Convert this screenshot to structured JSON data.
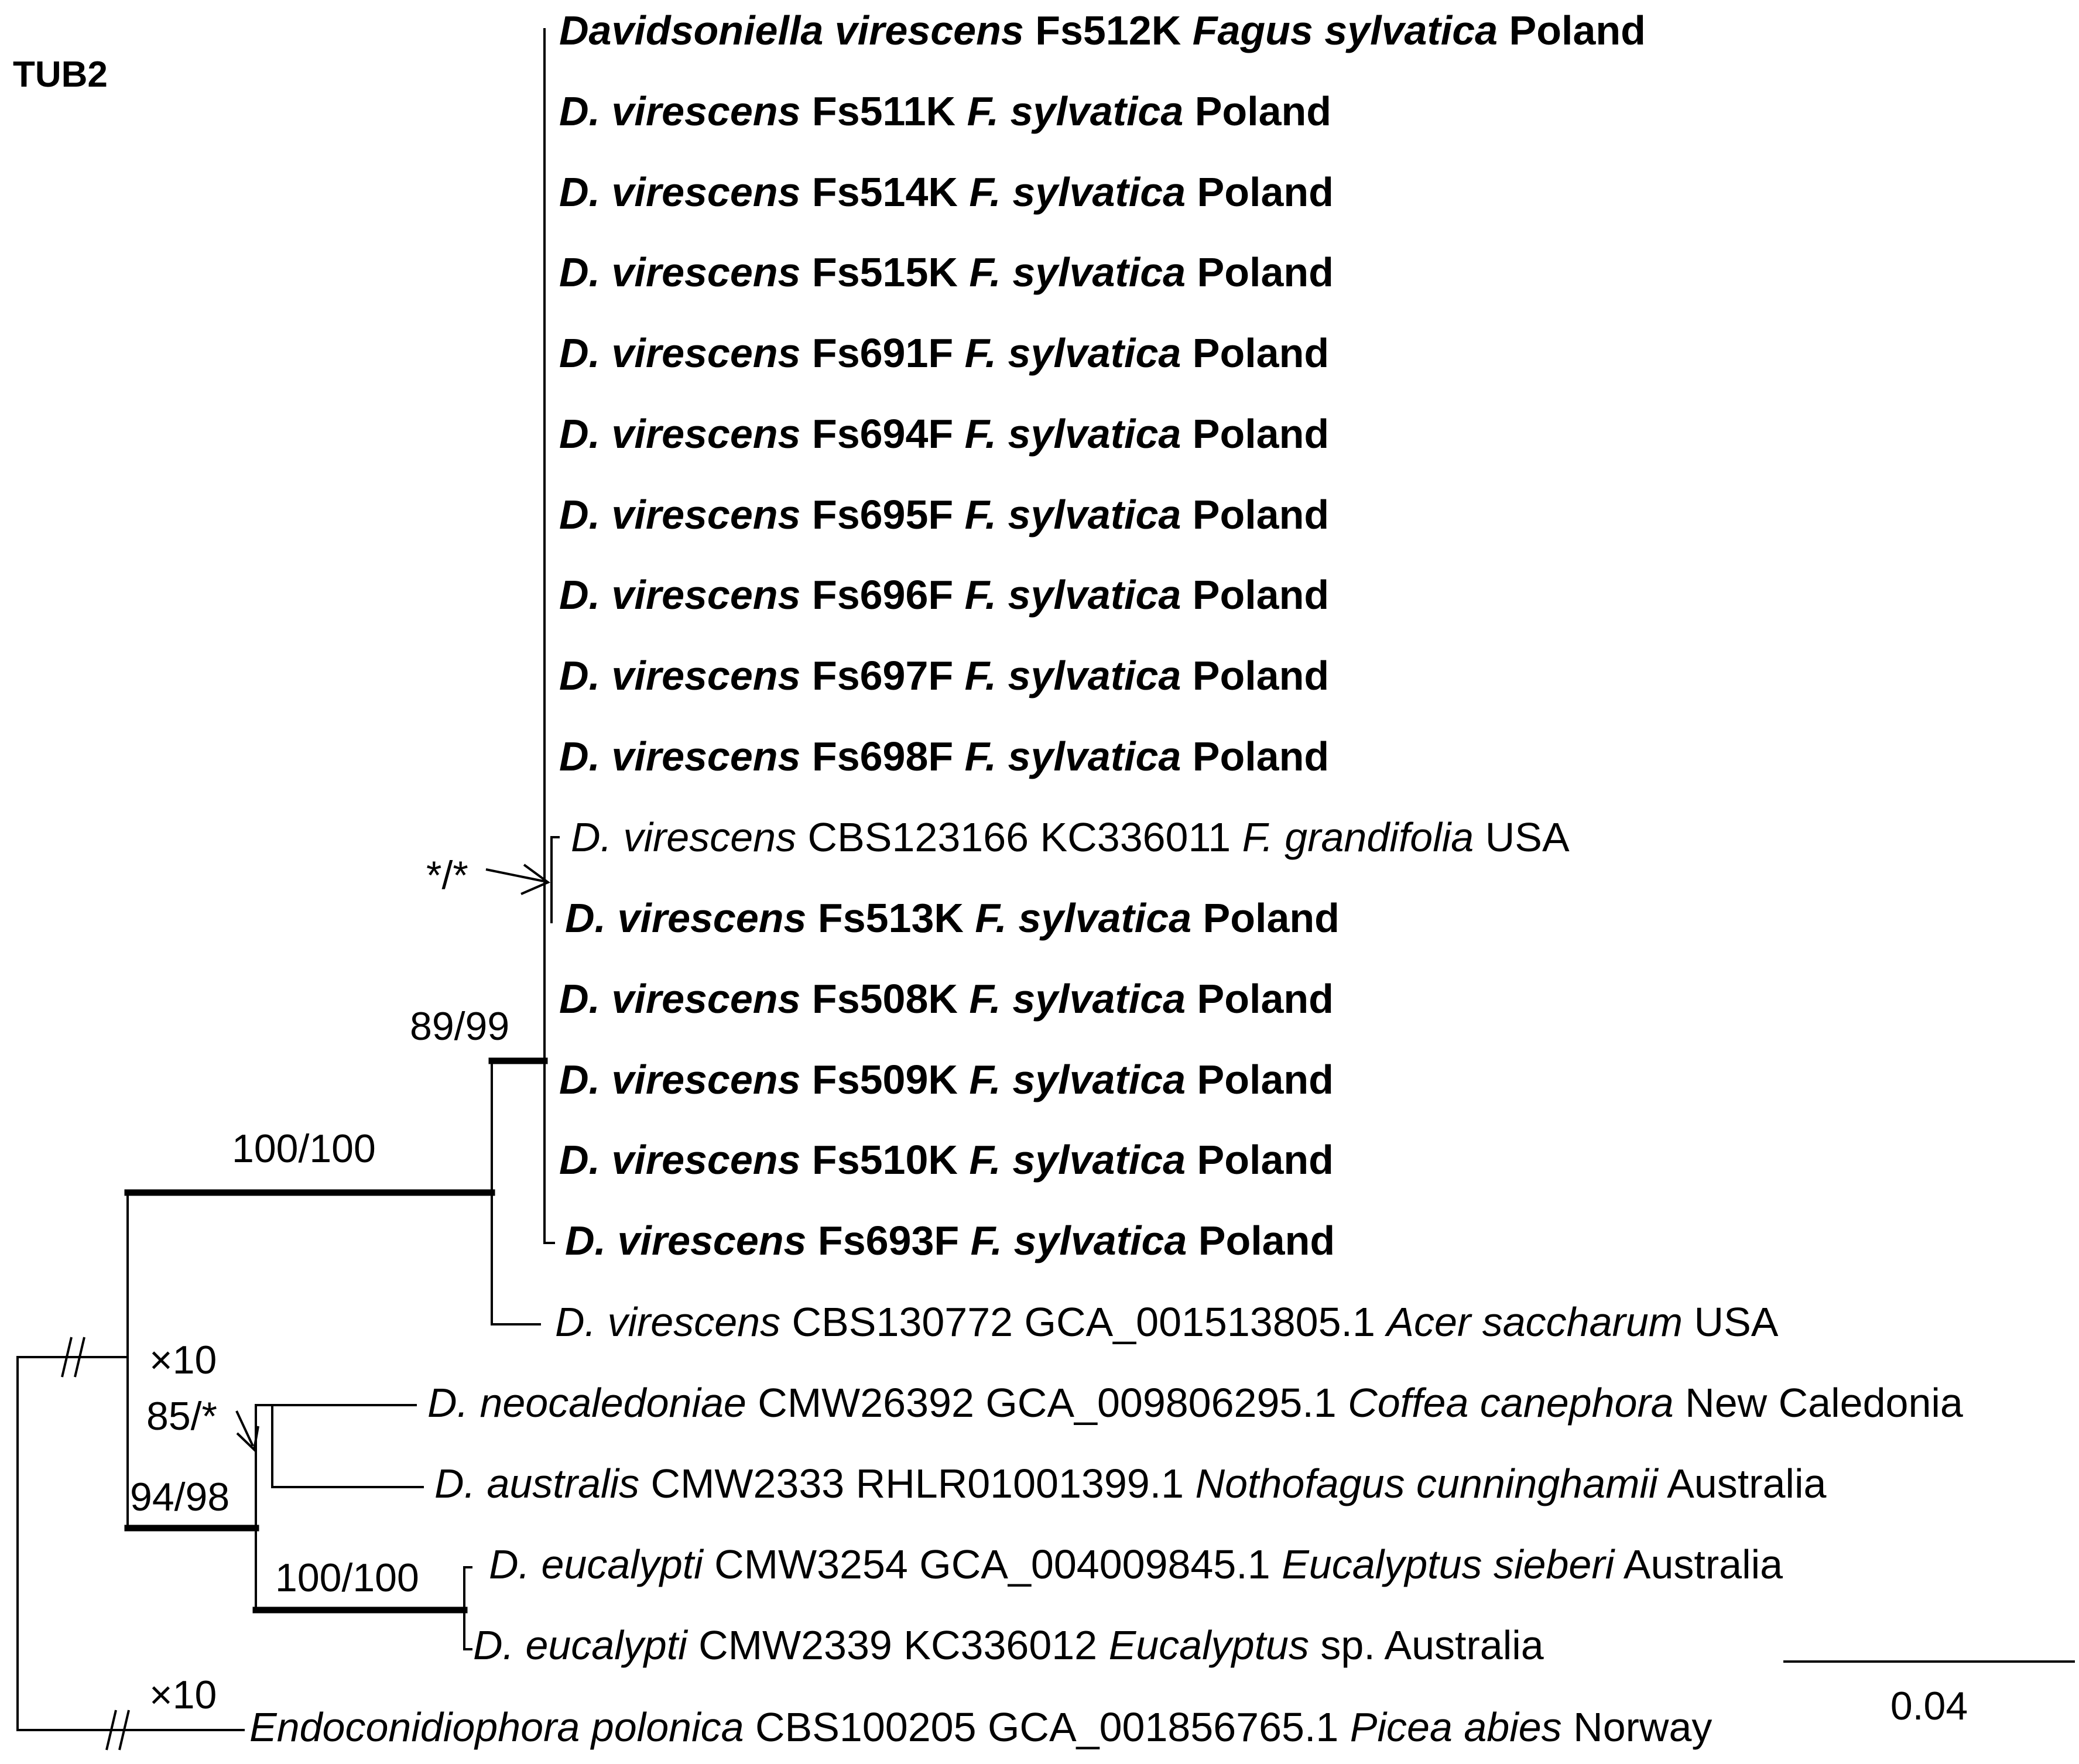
{
  "title": "TUB2",
  "scale_bar": {
    "value": 0.04,
    "label": "0.04"
  },
  "taxa": [
    {
      "id": "fs512k",
      "bold": true,
      "parts": [
        {
          "text": "Davidsoniella virescens",
          "italic": true
        },
        {
          "text": " Fs512K ",
          "italic": false
        },
        {
          "text": "Fagus sylvatica",
          "italic": true
        },
        {
          "text": " Poland",
          "italic": false
        }
      ]
    },
    {
      "id": "fs511k",
      "bold": true,
      "parts": [
        {
          "text": "D. virescens",
          "italic": true
        },
        {
          "text": " Fs511K ",
          "italic": false
        },
        {
          "text": "F. sylvatica",
          "italic": true
        },
        {
          "text": " Poland",
          "italic": false
        }
      ]
    },
    {
      "id": "fs514k",
      "bold": true,
      "parts": [
        {
          "text": "D. virescens",
          "italic": true
        },
        {
          "text": " Fs514K ",
          "italic": false
        },
        {
          "text": "F. sylvatica",
          "italic": true
        },
        {
          "text": " Poland",
          "italic": false
        }
      ]
    },
    {
      "id": "fs515k",
      "bold": true,
      "parts": [
        {
          "text": "D. virescens",
          "italic": true
        },
        {
          "text": " Fs515K ",
          "italic": false
        },
        {
          "text": "F. sylvatica",
          "italic": true
        },
        {
          "text": " Poland",
          "italic": false
        }
      ]
    },
    {
      "id": "fs691f",
      "bold": true,
      "parts": [
        {
          "text": "D. virescens",
          "italic": true
        },
        {
          "text": " Fs691F ",
          "italic": false
        },
        {
          "text": "F. sylvatica",
          "italic": true
        },
        {
          "text": " Poland",
          "italic": false
        }
      ]
    },
    {
      "id": "fs694f",
      "bold": true,
      "parts": [
        {
          "text": "D. virescens",
          "italic": true
        },
        {
          "text": " Fs694F ",
          "italic": false
        },
        {
          "text": "F. sylvatica",
          "italic": true
        },
        {
          "text": " Poland",
          "italic": false
        }
      ]
    },
    {
      "id": "fs695f",
      "bold": true,
      "parts": [
        {
          "text": "D. virescens",
          "italic": true
        },
        {
          "text": " Fs695F ",
          "italic": false
        },
        {
          "text": "F. sylvatica",
          "italic": true
        },
        {
          "text": " Poland",
          "italic": false
        }
      ]
    },
    {
      "id": "fs696f",
      "bold": true,
      "parts": [
        {
          "text": "D. virescens",
          "italic": true
        },
        {
          "text": " Fs696F ",
          "italic": false
        },
        {
          "text": "F. sylvatica",
          "italic": true
        },
        {
          "text": " Poland",
          "italic": false
        }
      ]
    },
    {
      "id": "fs697f",
      "bold": true,
      "parts": [
        {
          "text": "D. virescens",
          "italic": true
        },
        {
          "text": " Fs697F ",
          "italic": false
        },
        {
          "text": "F. sylvatica",
          "italic": true
        },
        {
          "text": " Poland",
          "italic": false
        }
      ]
    },
    {
      "id": "fs698f",
      "bold": true,
      "parts": [
        {
          "text": "D. virescens",
          "italic": true
        },
        {
          "text": " Fs698F ",
          "italic": false
        },
        {
          "text": "F. sylvatica",
          "italic": true
        },
        {
          "text": " Poland",
          "italic": false
        }
      ]
    },
    {
      "id": "cbs123166",
      "bold": false,
      "parts": [
        {
          "text": "D. virescens",
          "italic": true
        },
        {
          "text": " CBS123166 KC336011 ",
          "italic": false
        },
        {
          "text": "F. grandifolia",
          "italic": true
        },
        {
          "text": " USA",
          "italic": false
        }
      ]
    },
    {
      "id": "fs513k",
      "bold": true,
      "parts": [
        {
          "text": "D. virescens",
          "italic": true
        },
        {
          "text": " Fs513K ",
          "italic": false
        },
        {
          "text": "F. sylvatica",
          "italic": true
        },
        {
          "text": " Poland",
          "italic": false
        }
      ]
    },
    {
      "id": "fs508k",
      "bold": true,
      "parts": [
        {
          "text": "D. virescens",
          "italic": true
        },
        {
          "text": " Fs508K ",
          "italic": false
        },
        {
          "text": "F. sylvatica",
          "italic": true
        },
        {
          "text": " Poland",
          "italic": false
        }
      ]
    },
    {
      "id": "fs509k",
      "bold": true,
      "parts": [
        {
          "text": "D. virescens",
          "italic": true
        },
        {
          "text": " Fs509K ",
          "italic": false
        },
        {
          "text": "F. sylvatica",
          "italic": true
        },
        {
          "text": " Poland",
          "italic": false
        }
      ]
    },
    {
      "id": "fs510k",
      "bold": true,
      "parts": [
        {
          "text": "D. virescens",
          "italic": true
        },
        {
          "text": " Fs510K ",
          "italic": false
        },
        {
          "text": "F. sylvatica",
          "italic": true
        },
        {
          "text": " Poland",
          "italic": false
        }
      ]
    },
    {
      "id": "fs693f",
      "bold": true,
      "parts": [
        {
          "text": "D. virescens",
          "italic": true
        },
        {
          "text": " Fs693F ",
          "italic": false
        },
        {
          "text": "F. sylvatica",
          "italic": true
        },
        {
          "text": " Poland",
          "italic": false
        }
      ]
    },
    {
      "id": "cbs130772",
      "bold": false,
      "parts": [
        {
          "text": "D. virescens",
          "italic": true
        },
        {
          "text": " CBS130772 GCA_001513805.1 ",
          "italic": false
        },
        {
          "text": "Acer saccharum",
          "italic": true
        },
        {
          "text": " USA",
          "italic": false
        }
      ]
    },
    {
      "id": "cmw26392",
      "bold": false,
      "parts": [
        {
          "text": "D. neocaledoniae",
          "italic": true
        },
        {
          "text": " CMW26392 GCA_009806295.1 ",
          "italic": false
        },
        {
          "text": "Coffea canephora",
          "italic": true
        },
        {
          "text": " New Caledonia",
          "italic": false
        }
      ]
    },
    {
      "id": "cmw2333",
      "bold": false,
      "parts": [
        {
          "text": "D. australis",
          "italic": true
        },
        {
          "text": " CMW2333 RHLR01001399.1 ",
          "italic": false
        },
        {
          "text": "Nothofagus cunninghamii",
          "italic": true
        },
        {
          "text": " Australia",
          "italic": false
        }
      ]
    },
    {
      "id": "cmw3254",
      "bold": false,
      "parts": [
        {
          "text": "D. eucalypti",
          "italic": true
        },
        {
          "text": " CMW3254 GCA_004009845.1 ",
          "italic": false
        },
        {
          "text": "Eucalyptus sieberi",
          "italic": true
        },
        {
          "text": " Australia",
          "italic": false
        }
      ]
    },
    {
      "id": "cmw2339",
      "bold": false,
      "parts": [
        {
          "text": "D. eucalypti",
          "italic": true
        },
        {
          "text": " CMW2339 KC336012 ",
          "italic": false
        },
        {
          "text": "Eucalyptus",
          "italic": true
        },
        {
          "text": " sp. Australia",
          "italic": false
        }
      ]
    },
    {
      "id": "cbs100205",
      "bold": false,
      "parts": [
        {
          "text": "Endoconidiophora polonica",
          "italic": true
        },
        {
          "text": " CBS100205 GCA_001856765.1 ",
          "italic": false
        },
        {
          "text": "Picea abies",
          "italic": true
        },
        {
          "text": " Norway",
          "italic": false
        }
      ]
    }
  ],
  "support_values": {
    "poland_usa_clade": "*/*",
    "virescens_subclade": "89/99",
    "virescens_clade": "100/100",
    "neocaledoniae_australis": "85/*",
    "other_davidsoniella": "94/98",
    "eucalypti": "100/100"
  },
  "branch_markers": {
    "ingroup_truncation": "×10",
    "outgroup_truncation": "×10"
  }
}
